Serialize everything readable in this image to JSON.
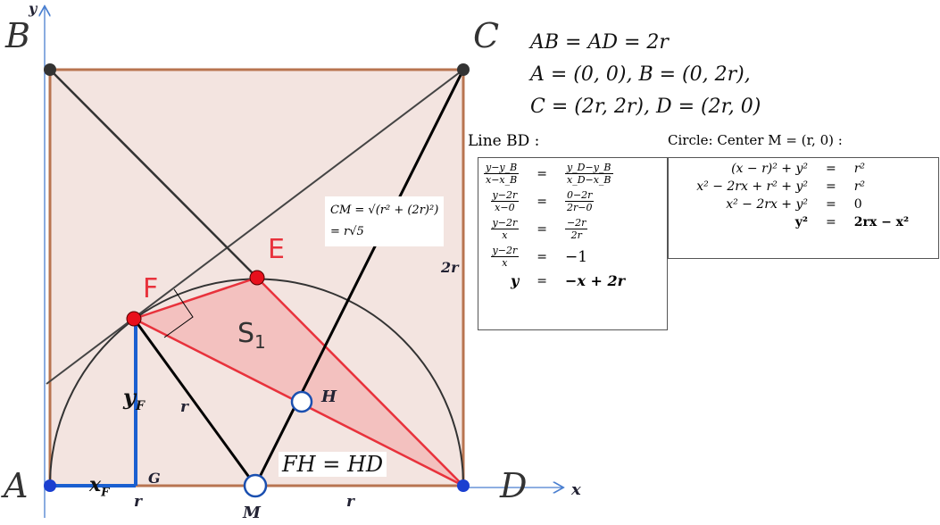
{
  "points": {
    "A": "A",
    "B": "B",
    "C": "C",
    "D": "D",
    "E": "E",
    "F": "F",
    "G": "G",
    "H": "H",
    "M": "M"
  },
  "axes": {
    "x": "x",
    "y": "y"
  },
  "labels": {
    "s1": "S",
    "s1_sub": "1",
    "yF": "y",
    "yF_sub": "F",
    "xF": "x",
    "xF_sub": "F",
    "r_left": "r",
    "r_bottom_left": "r",
    "r_bottom_right": "r",
    "two_r": "2r",
    "fh_hd": "FH = HD"
  },
  "given": [
    "AB = AD = 2r",
    "A = (0, 0),  B = (0, 2r),",
    "C = (2r, 2r),  D = (2r, 0)"
  ],
  "cm_box": [
    "CM = √(r² + (2r)²)",
    "= r√5"
  ],
  "line_bd": {
    "title": "Line BD :",
    "rows": [
      {
        "lhs_num": "y−y_B",
        "lhs_den": "x−x_B",
        "eq": "=",
        "rhs_num": "y_D−y_B",
        "rhs_den": "x_D−x_B"
      },
      {
        "lhs_num": "y−2r",
        "lhs_den": "x−0",
        "eq": "=",
        "rhs_num": "0−2r",
        "rhs_den": "2r−0"
      },
      {
        "lhs_num": "y−2r",
        "lhs_den": "x",
        "eq": "=",
        "rhs_num": "−2r",
        "rhs_den": "2r"
      },
      {
        "lhs_num": "y−2r",
        "lhs_den": "x",
        "eq": "=",
        "rhs": "−1"
      },
      {
        "lhs": "y",
        "eq": "=",
        "rhs": "−x + 2r"
      }
    ]
  },
  "circle": {
    "title": "Circle: Center M = (r, 0) :",
    "rows": [
      {
        "lhs": "(x − r)² + y²",
        "eq": "=",
        "rhs": "r²"
      },
      {
        "lhs": "x² − 2rx + r² + y²",
        "eq": "=",
        "rhs": "r²"
      },
      {
        "lhs": "x² − 2rx + y²",
        "eq": "=",
        "rhs": "0"
      },
      {
        "lhs": "y²",
        "eq": "=",
        "rhs": "2rx − x²"
      }
    ]
  },
  "colors": {
    "square_fill": "#f3e4e0",
    "square_stroke": "#b87450",
    "triangle_fill": "#f2b8b6",
    "red": "#e8323c",
    "blue": "#1a5fd0",
    "axis": "#4a7fd0"
  }
}
